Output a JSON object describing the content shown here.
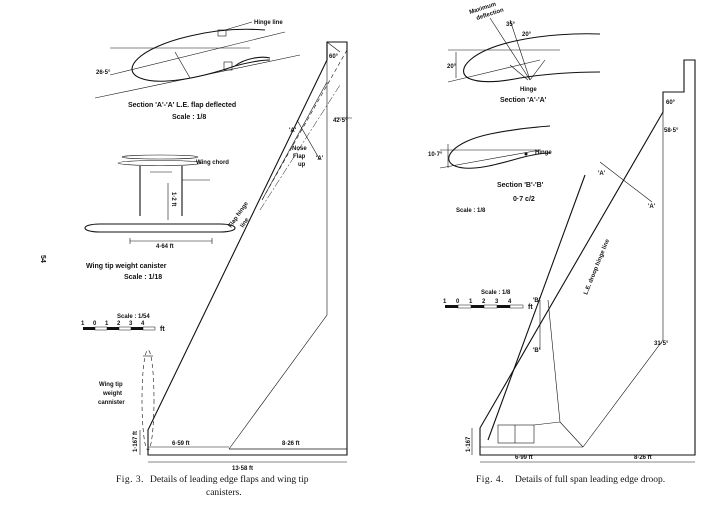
{
  "page_number": "54",
  "fig3": {
    "caption_label": "Fig. 3.",
    "caption_text": "Details of leading edge flaps and wing tip",
    "caption_text2": "canisters.",
    "section_aa_title": "Section 'A'-'A' L.E. flap deflected",
    "section_aa_scale": "Scale : 1/8",
    "hinge_line": "Hinge line",
    "angle_flap": "26·5°",
    "wing_chord": "Wing chord",
    "canister_length": "4·64 ft",
    "canister_height": "1·2 ft",
    "canister_title": "Wing tip weight canister",
    "canister_scale": "Scale : 1/18",
    "scale_label": "Scale : 1/54",
    "scale_ticks": [
      "1",
      "0",
      "1",
      "2",
      "3",
      "4"
    ],
    "scale_unit": "ft",
    "angle_tip": "60°",
    "angle_hinge": "42·5°",
    "section_mark_a1": "'A'",
    "section_mark_a2": "'A'",
    "nose_flap_label": [
      "Nose",
      "Flap",
      "up"
    ],
    "flap_hinge_label": [
      "Flap hinge",
      "line"
    ],
    "wing_tip_label": [
      "Wing tip",
      "weight",
      "cannister"
    ],
    "dim_tip_height": "1·167 ft",
    "dim_root_chord": "6·59 ft",
    "dim_tip_chord": "8·26 ft",
    "dim_span": "13·58 ft"
  },
  "fig4": {
    "caption_label": "Fig. 4.",
    "caption_text": "Details of full span leading edge droop.",
    "max_deflection": [
      "Maximum",
      "deflection",
      "35°"
    ],
    "angle_20_top": "20°",
    "angle_20_left": "20°",
    "hinge": "Hinge",
    "section_aa": "Section 'A'-'A'",
    "angle_107": "10·7°",
    "hinge_bb": "Hinge",
    "section_bb": "Section 'B'-'B'",
    "section_bb_sub": "0·7 c/2",
    "scale_18": "Scale : 1/8",
    "scale_label": "Scale : 1/8",
    "scale_ticks": [
      "1",
      "0",
      "1",
      "2",
      "3",
      "4"
    ],
    "scale_unit": "ft",
    "angle_60": "60°",
    "angle_585": "58·5°",
    "angle_315": "31·5°",
    "droop_hinge_line": "L.E. droop hinge line",
    "section_mark_a1": "'A'",
    "section_mark_a2": "'A'",
    "section_mark_b1": "'B'",
    "section_mark_b2": "'B'",
    "dim_height": "1·167",
    "dim_699": "6·99 ft",
    "dim_826": "8·26 ft"
  }
}
